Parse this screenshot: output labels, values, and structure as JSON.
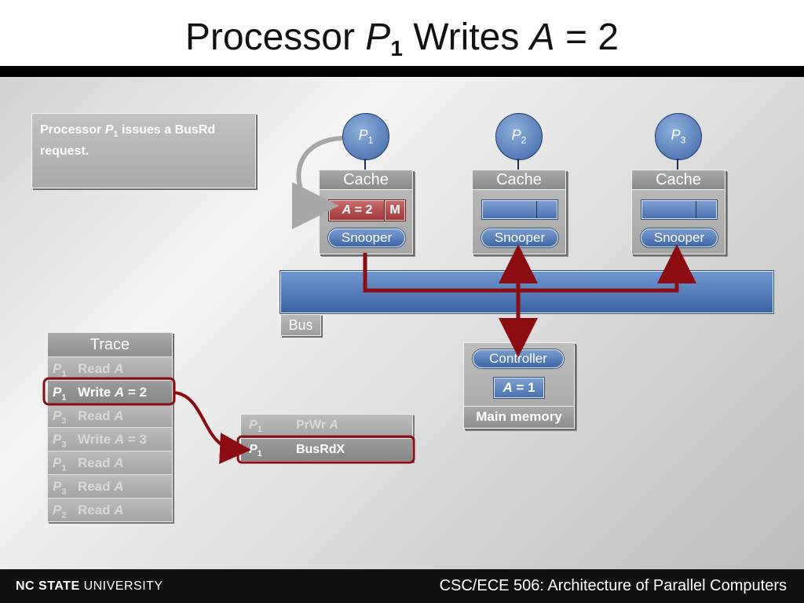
{
  "slide": {
    "title_prefix": "Processor ",
    "title_p": "P",
    "title_p_sub": "1",
    "title_mid": " Writes ",
    "title_var": "A",
    "title_suffix": " = 2"
  },
  "description": {
    "prefix": "Processor ",
    "p": "P",
    "p_sub": "1",
    "suffix": " issues a BusRd request."
  },
  "processors": [
    {
      "p": "P",
      "sub": "1"
    },
    {
      "p": "P",
      "sub": "2"
    },
    {
      "p": "P",
      "sub": "3"
    }
  ],
  "caches": [
    {
      "title": "Cache",
      "line_var": "A",
      "line_value": " = 2",
      "line_state": "M",
      "snooper": "Snooper"
    },
    {
      "title": "Cache",
      "snooper": "Snooper"
    },
    {
      "title": "Cache",
      "snooper": "Snooper"
    }
  ],
  "bus": {
    "label": "Bus"
  },
  "memory": {
    "controller": "Controller",
    "var": "A",
    "value": " = 1",
    "title": "Main memory"
  },
  "trace": {
    "title": "Trace",
    "rows": [
      {
        "p": "P",
        "sub": "1",
        "op": "Read ",
        "var": "A",
        "val": ""
      },
      {
        "p": "P",
        "sub": "1",
        "op": "Write ",
        "var": "A",
        "val": " = 2"
      },
      {
        "p": "P",
        "sub": "3",
        "op": "Read ",
        "var": "A",
        "val": ""
      },
      {
        "p": "P",
        "sub": "3",
        "op": "Write ",
        "var": "A",
        "val": " = 3"
      },
      {
        "p": "P",
        "sub": "1",
        "op": "Read ",
        "var": "A",
        "val": ""
      },
      {
        "p": "P",
        "sub": "3",
        "op": "Read ",
        "var": "A",
        "val": ""
      },
      {
        "p": "P",
        "sub": "2",
        "op": "Read ",
        "var": "A",
        "val": ""
      }
    ]
  },
  "bus_queue": [
    {
      "p": "P",
      "sub": "1",
      "op": "PrWr ",
      "var": "A"
    },
    {
      "p": "P",
      "sub": "1",
      "op": "BusRdX",
      "var": ""
    }
  ],
  "footer": {
    "brand_bold": "NC STATE",
    "brand_rest": " UNIVERSITY",
    "course": "CSC/ECE 506: Architecture of Parallel Computers"
  },
  "colors": {
    "highlight": "#8b0d12",
    "modified_line": "#b5474a",
    "accent_blue": "#3e66a6"
  }
}
